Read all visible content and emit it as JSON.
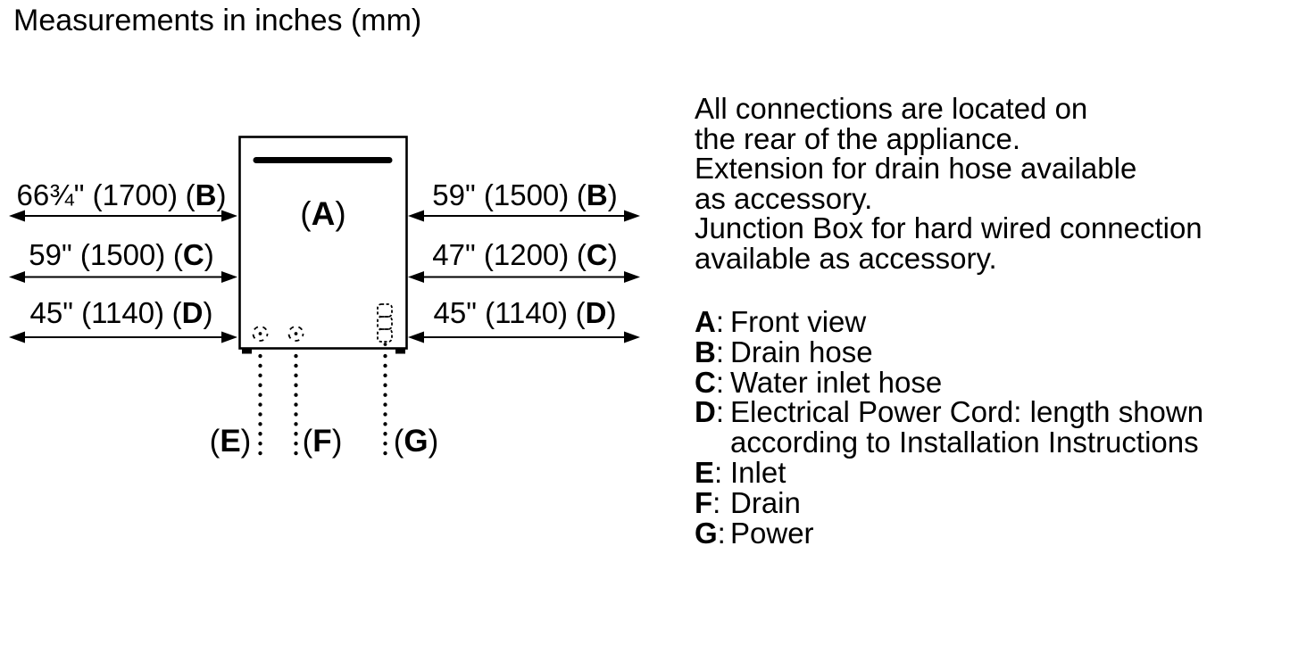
{
  "title": "Measurements in inches (mm)",
  "wrap": {
    "open": "(",
    "close": ")"
  },
  "diagram": {
    "front_view_key": "A",
    "left_dimensions": [
      {
        "measure": "66¾\" (1700)",
        "key": "B"
      },
      {
        "measure": "59\" (1500)",
        "key": "C"
      },
      {
        "measure": "45\" (1140)",
        "key": "D"
      }
    ],
    "right_dimensions": [
      {
        "measure": "59\" (1500)",
        "key": "B"
      },
      {
        "measure": "47\" (1200)",
        "key": "C"
      },
      {
        "measure": "45\" (1140)",
        "key": "D"
      }
    ],
    "outlets": [
      {
        "key": "E"
      },
      {
        "key": "F"
      },
      {
        "key": "G"
      }
    ]
  },
  "notes": "All connections are located on\nthe rear of the appliance.\nExtension for drain hose available\nas accessory.\nJunction Box for hard wired connection\navailable as accessory.",
  "legend": {
    "colon": ":",
    "items": [
      {
        "key": "A",
        "text": "Front view"
      },
      {
        "key": "B",
        "text": "Drain hose"
      },
      {
        "key": "C",
        "text": "Water inlet hose"
      },
      {
        "key": "D",
        "text": "Electrical Power Cord: length shown\naccording to Installation Instructions"
      },
      {
        "key": "E",
        "text": "Inlet"
      },
      {
        "key": "F",
        "text": "Drain"
      },
      {
        "key": "G",
        "text": "Power"
      }
    ]
  }
}
